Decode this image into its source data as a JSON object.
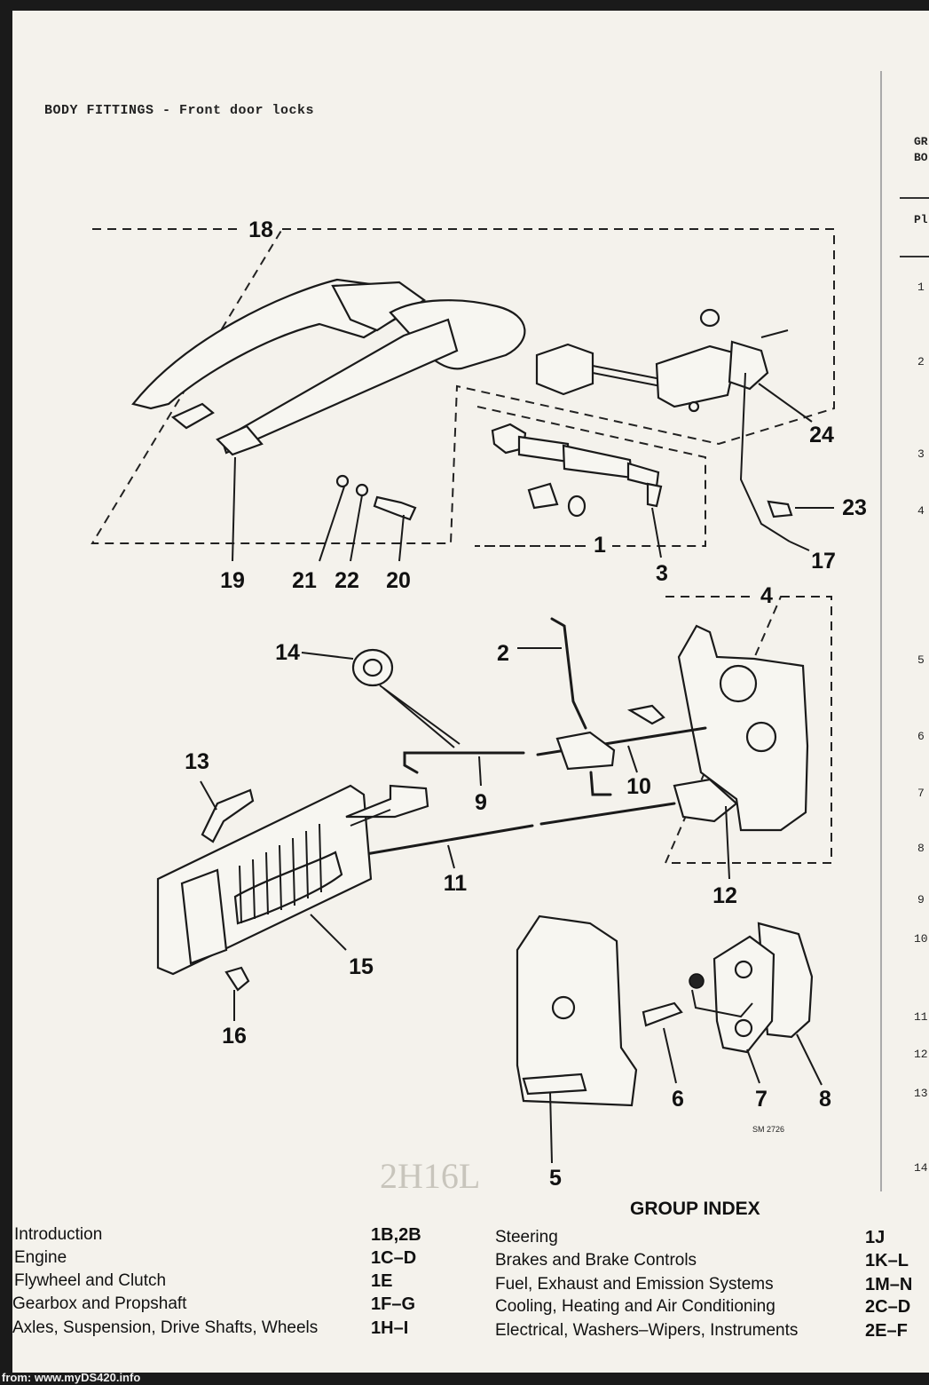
{
  "page": {
    "title": "BODY FITTINGS - Front door locks",
    "drawing_ref": "SM 2726",
    "stamp": "2H16L"
  },
  "callouts": [
    "1",
    "2",
    "3",
    "4",
    "5",
    "6",
    "7",
    "8",
    "9",
    "10",
    "11",
    "12",
    "13",
    "14",
    "15",
    "16",
    "17",
    "18",
    "19",
    "20",
    "21",
    "22",
    "23",
    "24"
  ],
  "right_column": {
    "header_lines": [
      "GR",
      "BO"
    ],
    "sub_header": "Pl",
    "row_numbers": [
      "1",
      "2",
      "3",
      "4",
      "5",
      "6",
      "7",
      "8",
      "9",
      "10",
      "11",
      "12",
      "13",
      "14"
    ]
  },
  "group_index": {
    "title": "GROUP INDEX",
    "left": [
      {
        "label": "Introduction",
        "code": "1B,2B"
      },
      {
        "label": "Engine",
        "code": "1C–D"
      },
      {
        "label": "Flywheel and Clutch",
        "code": "1E"
      },
      {
        "label": "Gearbox and Propshaft",
        "code": "1F–G"
      },
      {
        "label": "Axles, Suspension, Drive Shafts, Wheels",
        "code": "1H–I"
      }
    ],
    "right": [
      {
        "label": "Steering",
        "code": "1J"
      },
      {
        "label": "Brakes and Brake Controls",
        "code": "1K–L"
      },
      {
        "label": "Fuel, Exhaust and Emission Systems",
        "code": "1M–N"
      },
      {
        "label": "Cooling, Heating and Air Conditioning",
        "code": "2C–D"
      },
      {
        "label": "Electrical, Washers–Wipers, Instruments",
        "code": "2E–F"
      }
    ]
  },
  "footer": "from: www.myDS420.info"
}
